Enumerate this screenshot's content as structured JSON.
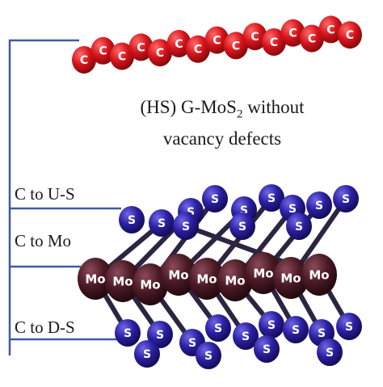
{
  "caption": {
    "line1_prefix": "(HS) G-MoS",
    "line1_sub": "2",
    "line1_suffix": " without",
    "line2": "vacancy defects"
  },
  "labels": {
    "c_to_us": "C to U-S",
    "c_to_mo": "C to Mo",
    "c_to_ds": "C to D-S"
  },
  "atoms": {
    "carbon": "C",
    "sulfur": "S",
    "molybdenum": "Mo"
  },
  "colors": {
    "carbon": "#d6141b",
    "sulfur": "#2a1fa0",
    "molybdenum": "#4a1a24",
    "bond": "#2b2540",
    "bracket": "#3f5aa6"
  }
}
